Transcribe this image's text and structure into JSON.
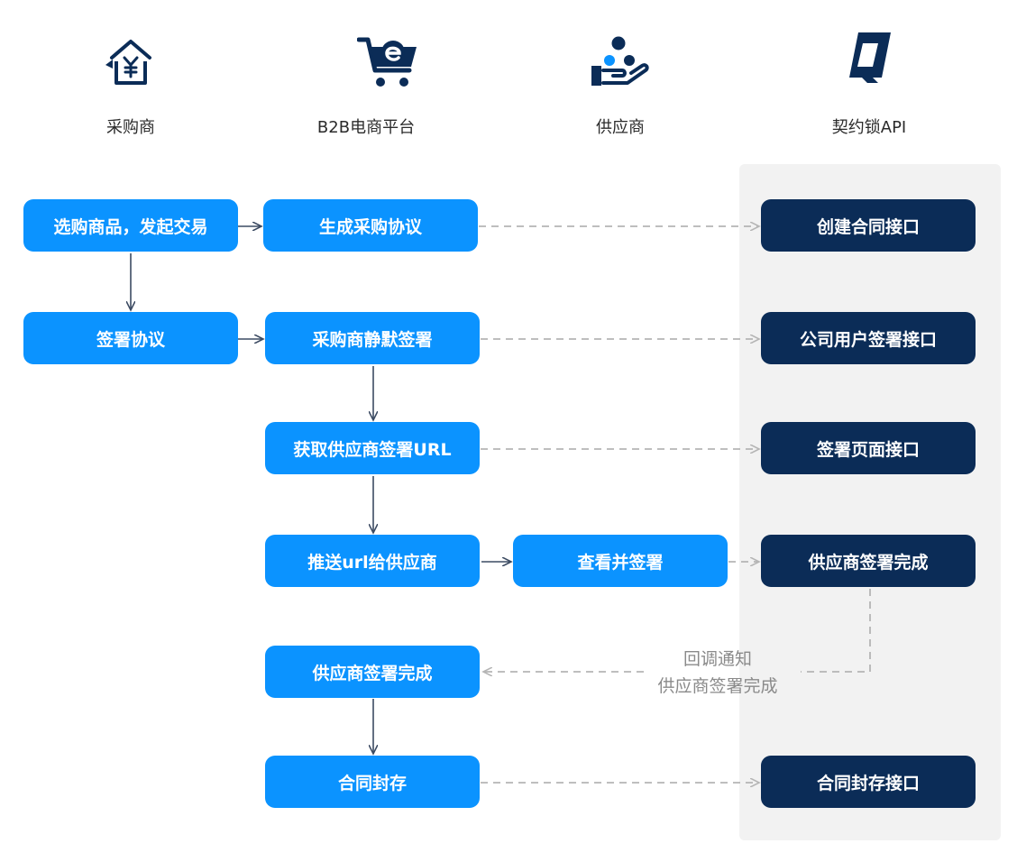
{
  "actors": [
    {
      "name": "采购商",
      "icon": "house-yen-icon"
    },
    {
      "name": "B2B电商平台",
      "icon": "cart-e-icon"
    },
    {
      "name": "供应商",
      "icon": "hand-people-icon"
    },
    {
      "name": "契约锁API",
      "icon": "qiyuesuo-logo-icon"
    }
  ],
  "buyer_steps": {
    "initiate": "选购商品，发起交易",
    "sign": "签署协议"
  },
  "platform_steps": {
    "generate": "生成采购协议",
    "silent_sign": "采购商静默签署",
    "get_url": "获取供应商签署URL",
    "push_url": "推送url给供应商",
    "supplier_done": "供应商签署完成",
    "archive": "合同封存"
  },
  "supplier_steps": {
    "view_sign": "查看并签署"
  },
  "api_steps": {
    "create_contract": "创建合同接口",
    "company_sign": "公司用户签署接口",
    "sign_page": "签署页面接口",
    "supplier_complete": "供应商签署完成",
    "archive": "合同封存接口"
  },
  "callback": {
    "line1": "回调通知",
    "line2": "供应商签署完成"
  },
  "colors": {
    "primary_blue": "#0b93ff",
    "api_navy": "#0b2c57",
    "panel_gray": "#f2f2f2",
    "arrow_dark": "#3c4b63",
    "dash_gray": "#b5b5b5"
  }
}
